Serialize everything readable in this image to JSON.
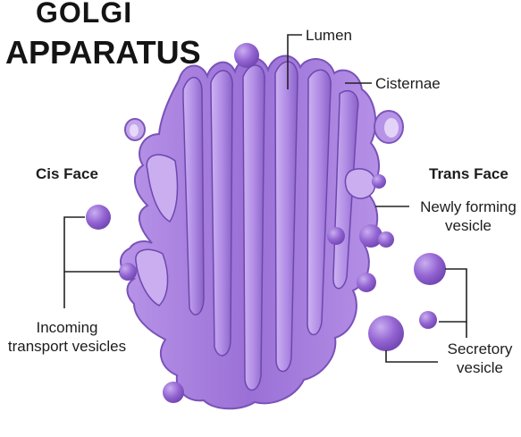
{
  "title": [
    "GOLGI",
    "APPARATUS"
  ],
  "labels": {
    "lumen": "Lumen",
    "cisternae": "Cisternae",
    "cis_face": "Cis Face",
    "trans_face": "Trans Face",
    "newly_forming_vesicle": [
      "Newly forming",
      "vesicle"
    ],
    "incoming_transport_vesicles": [
      "Incoming",
      "transport vesicles"
    ],
    "secretory_vesicle": [
      "Secretory",
      "vesicle"
    ]
  },
  "colors": {
    "membrane_light": "#c3a6ea",
    "membrane_mid": "#a57fdc",
    "membrane_dark": "#7c55bb",
    "lumen_light": "#dcc8f5",
    "vesicle": "#9061cf",
    "line": "#222222",
    "text": "#1d1d1d"
  }
}
